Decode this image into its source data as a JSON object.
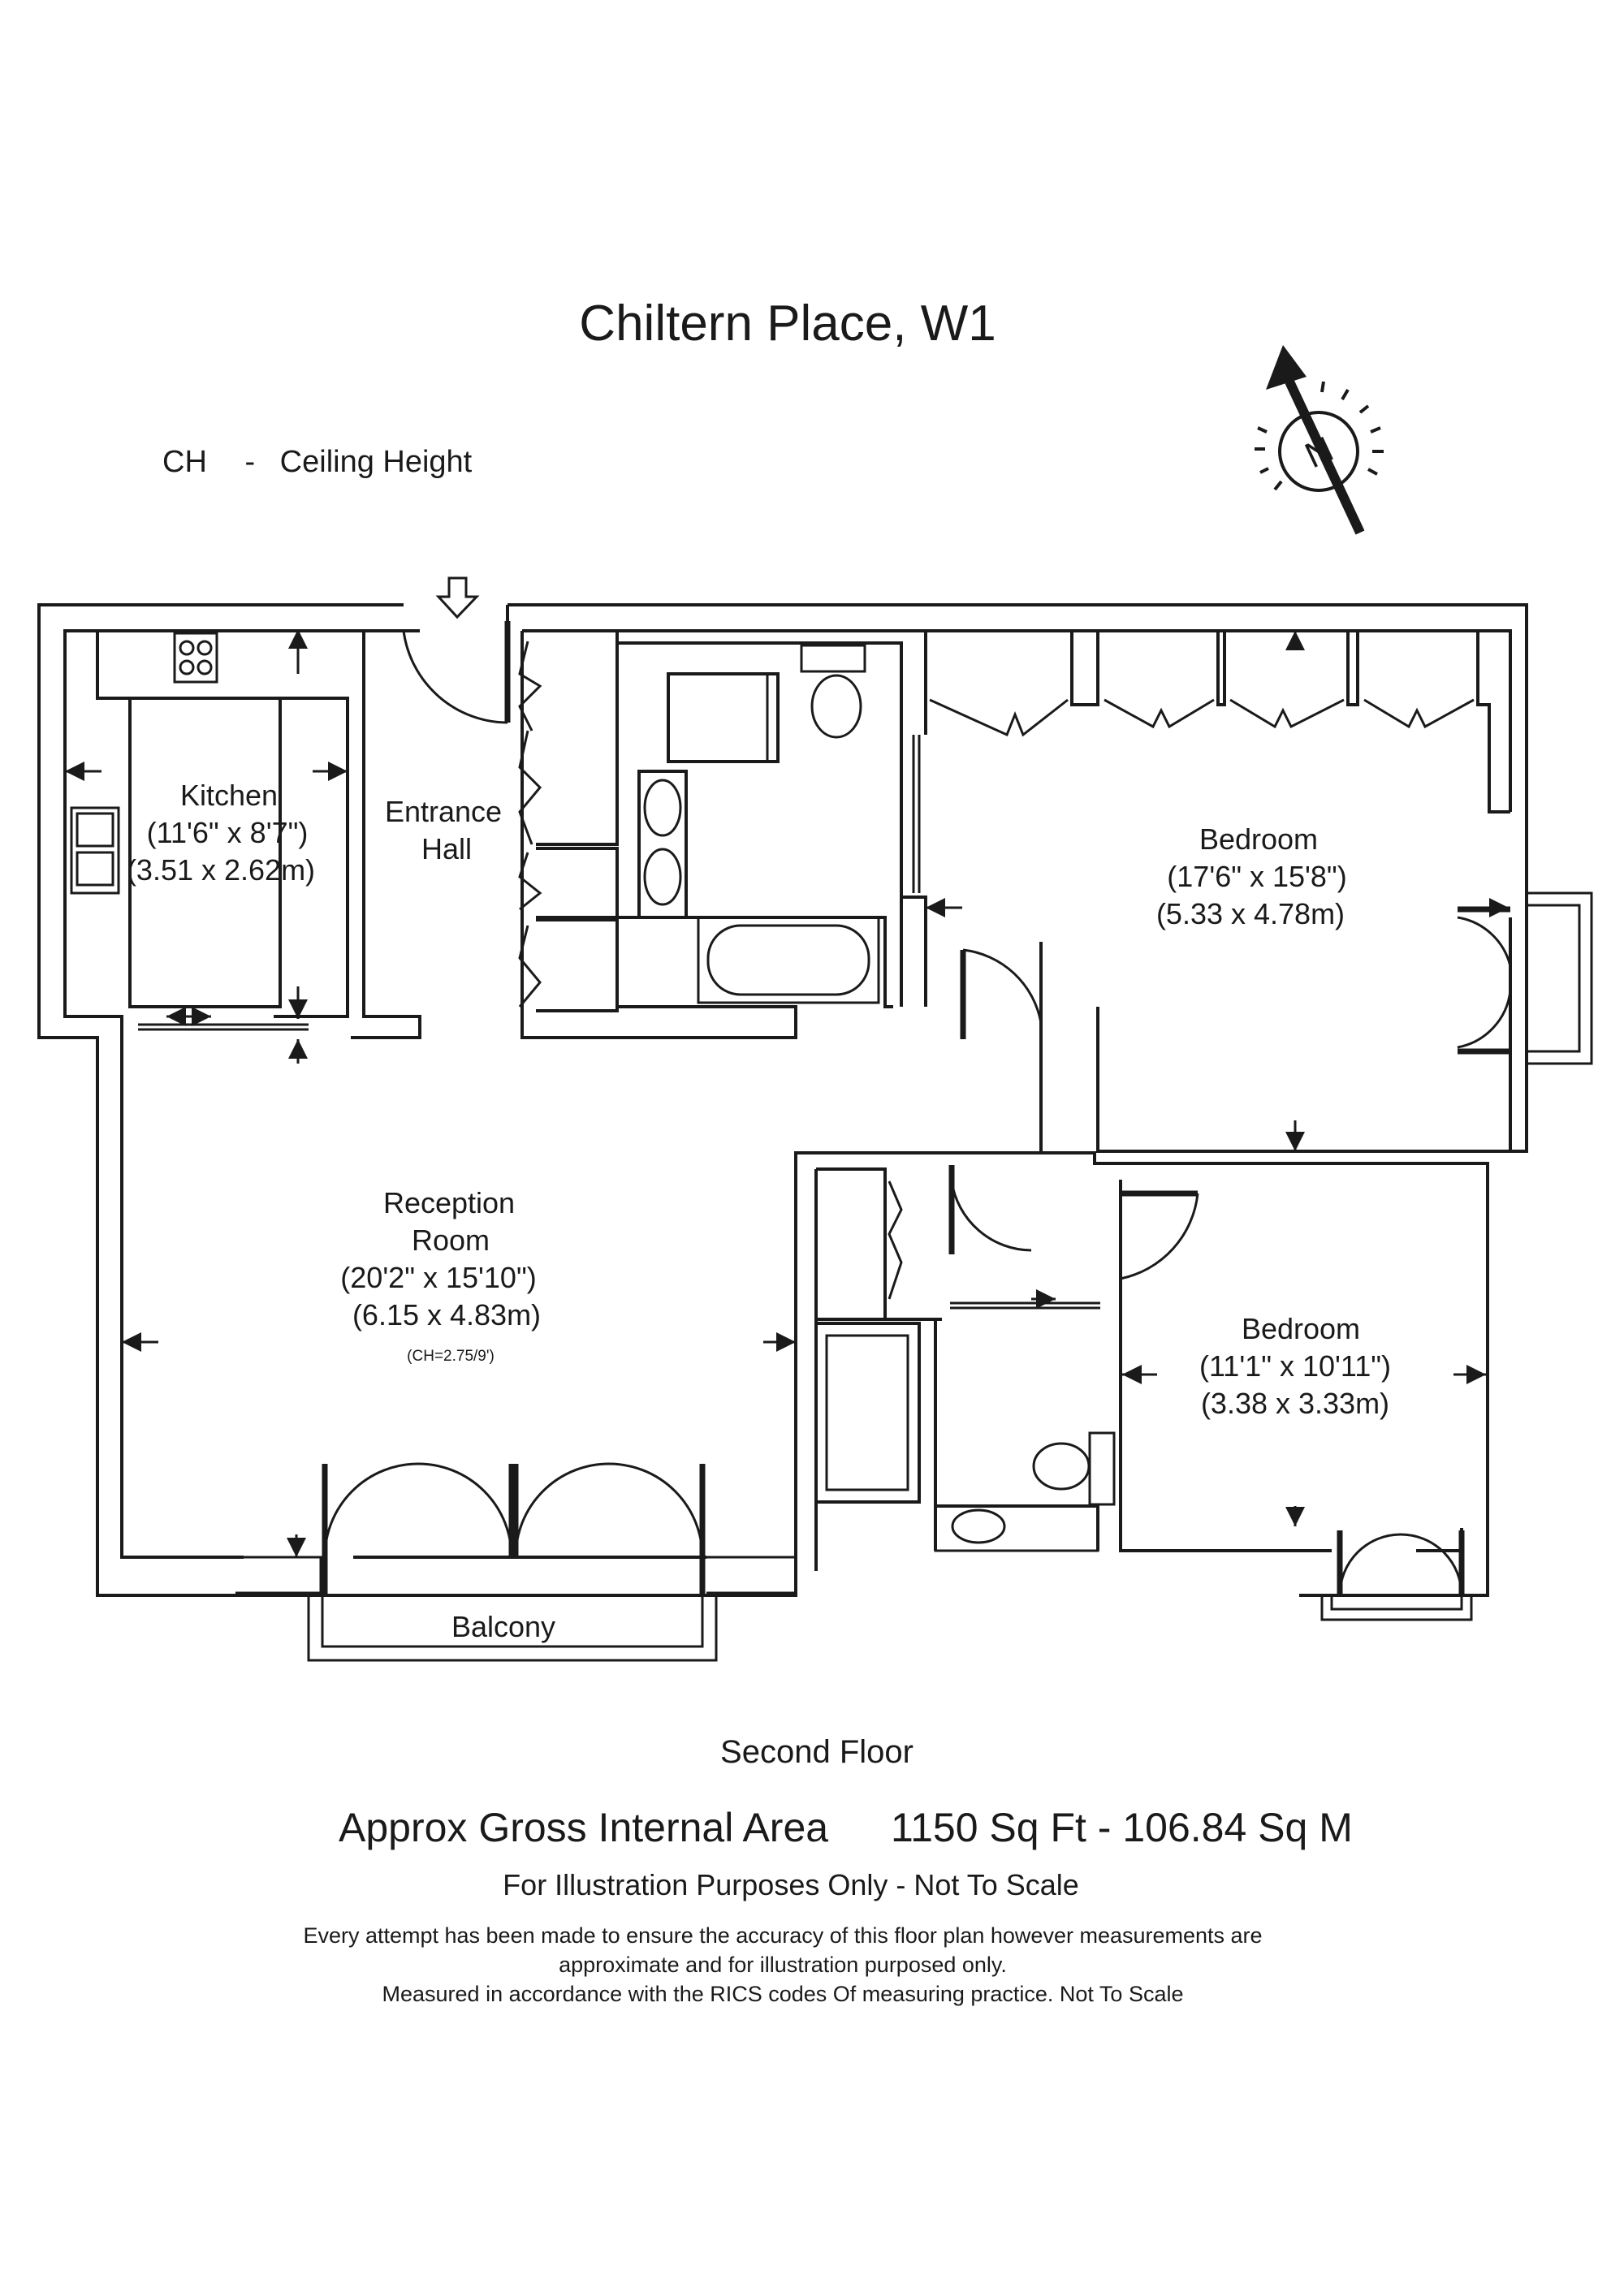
{
  "title": "Chiltern Place, W1",
  "legend": {
    "abbr": "CH",
    "dash": "-",
    "meaning": "Ceiling Height"
  },
  "compass": {
    "label": "N",
    "icon": "north-arrow-icon"
  },
  "rooms": {
    "kitchen": {
      "name": "Kitchen",
      "imperial": "(11'6\" x 8'7\")",
      "metric": "(3.51 x 2.62m)"
    },
    "entrance_hall": {
      "line1": "Entrance",
      "line2": "Hall"
    },
    "bedroom1": {
      "name": "Bedroom",
      "imperial": "(17'6\" x 15'8\")",
      "metric": "(5.33 x 4.78m)"
    },
    "reception": {
      "line1": "Reception",
      "line2": "Room",
      "imperial": "(20'2\" x 15'10\")",
      "metric": "(6.15 x 4.83m)",
      "ch": "(CH=2.75/9')"
    },
    "bedroom2": {
      "name": "Bedroom",
      "imperial": "(11'1\" x 10'11\")",
      "metric": "(3.38 x 3.33m)"
    },
    "balcony": {
      "name": "Balcony"
    }
  },
  "floor_label": "Second Floor",
  "area": {
    "label": "Approx Gross Internal Area",
    "value": "1150 Sq Ft  -  106.84 Sq M"
  },
  "illustration_note": "For Illustration Purposes Only - Not To Scale",
  "disclaimer": [
    "Every attempt has been made to ensure the accuracy of this floor plan however measurements are",
    "approximate and for illustration purposed only.",
    "Measured in accordance with the RICS codes Of measuring practice. Not To Scale"
  ],
  "colors": {
    "line": "#1a1a1a",
    "background": "#ffffff"
  }
}
